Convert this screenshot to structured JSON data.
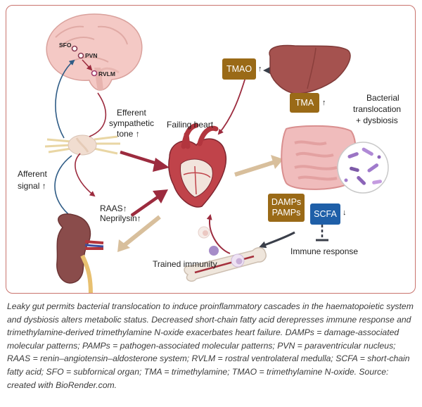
{
  "figure": {
    "labels": {
      "sfo": "SFO",
      "pvn": "PVN",
      "rvlm": "RVLM",
      "efferent_line1": "Efferent",
      "efferent_line2": "sympathetic",
      "efferent_line3": "tone",
      "failing_heart": "Failing heart",
      "afferent_line1": "Afferent",
      "afferent_line2": "signal",
      "raas": "RAAS",
      "neprilysin": "Neprilysin",
      "trained_immunity": "Trained immunity",
      "bacterial_line1": "Bacterial",
      "bacterial_line2": "translocation",
      "bacterial_line3": "+ dysbiosis",
      "immune_response": "Immune response"
    },
    "boxes": {
      "tmao": "TMAO",
      "tma": "TMA",
      "damps": "DAMPs",
      "pamps": "PAMPs",
      "scfa": "SCFA"
    },
    "arrow_glyphs": {
      "up": "↑",
      "down": "↓"
    },
    "colors": {
      "frame_border": "#c9746e",
      "metabolite_box": "#9a6a17",
      "scfa_box": "#1f5fa8",
      "efferent_arrow": "#9c2b3e",
      "afferent_arrow": "#2f5c86",
      "flow_arrow": "#d8bf9c"
    }
  },
  "caption": "Leaky gut permits bacterial translocation to induce proinflammatory cascades in the haematopoietic system and dysbiosis alters metabolic status. Decreased short-chain fatty acid derepresses immune response and trimethylamine-derived trimethylamine N-oxide exacerbates heart failure. DAMPs = damage-associated molecular patterns; PAMPs = pathogen-associated molecular patterns; PVN = paraventricular nucleus; RAAS = renin–angiotensin–aldosterone system; RVLM = rostral ventrolateral medulla; SCFA = short-chain fatty acid; SFO = subfornical organ; TMA = trimethylamine; TMAO = trimethylamine N-oxide. Source: created with BioRender.com."
}
